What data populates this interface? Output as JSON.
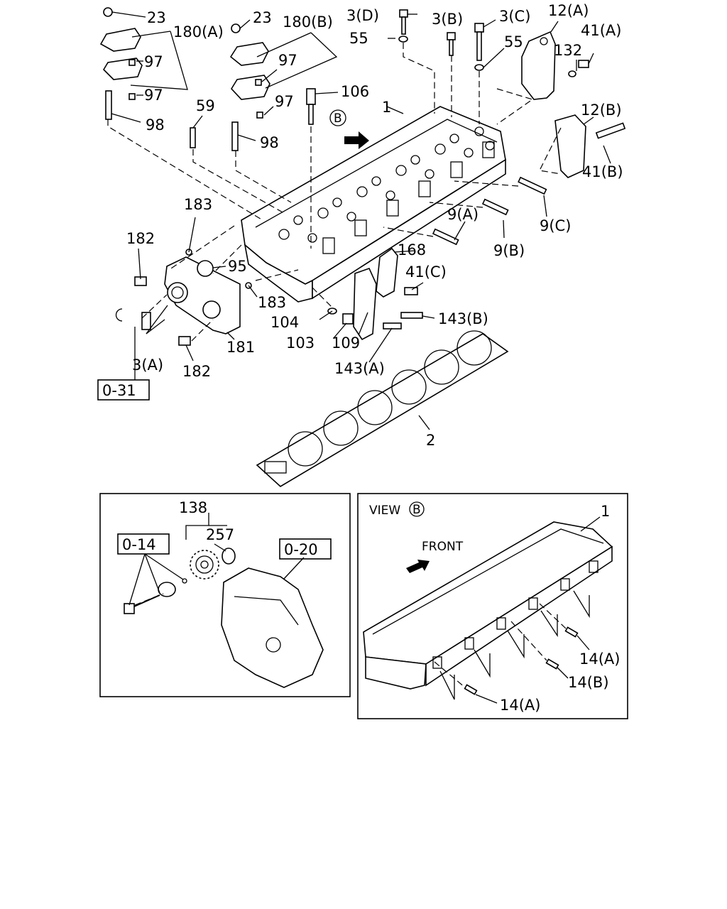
{
  "top_labels": {
    "l23a": "23",
    "l23b": "23",
    "l180a": "180(A)",
    "l180b": "180(B)",
    "l97a": "97",
    "l97b": "97",
    "l97c": "97",
    "l97d": "97",
    "l98a": "98",
    "l98b": "98",
    "l59": "59",
    "l106": "106",
    "l3d": "3(D)",
    "l3b": "3(B)",
    "l3c": "3(C)",
    "l55a": "55",
    "l55b": "55",
    "l12a": "12(A)",
    "l41a": "41(A)",
    "l132": "132",
    "l1": "1",
    "lB": "B",
    "l12b": "12(B)",
    "l41b": "41(B)",
    "l9c": "9(C)",
    "l9a": "9(A)",
    "l9b": "9(B)",
    "l168": "168",
    "l41c": "41(C)",
    "l183a": "183",
    "l182a": "182",
    "l95": "95",
    "l183b": "183",
    "l104": "104",
    "l103": "103",
    "l109": "109",
    "l143b": "143(B)",
    "l143a": "143(A)",
    "l3a": "3(A)",
    "l181": "181",
    "l182b": "182",
    "l2": "2",
    "ref031": "0-31"
  },
  "inset_left": {
    "l138": "138",
    "l257": "257",
    "ref014": "0-14",
    "ref020": "0-20"
  },
  "inset_right": {
    "view": "VIEW",
    "viewB": "B",
    "front": "FRONT",
    "l1": "1",
    "l14a1": "14(A)",
    "l14b": "14(B)",
    "l14a2": "14(A)"
  }
}
